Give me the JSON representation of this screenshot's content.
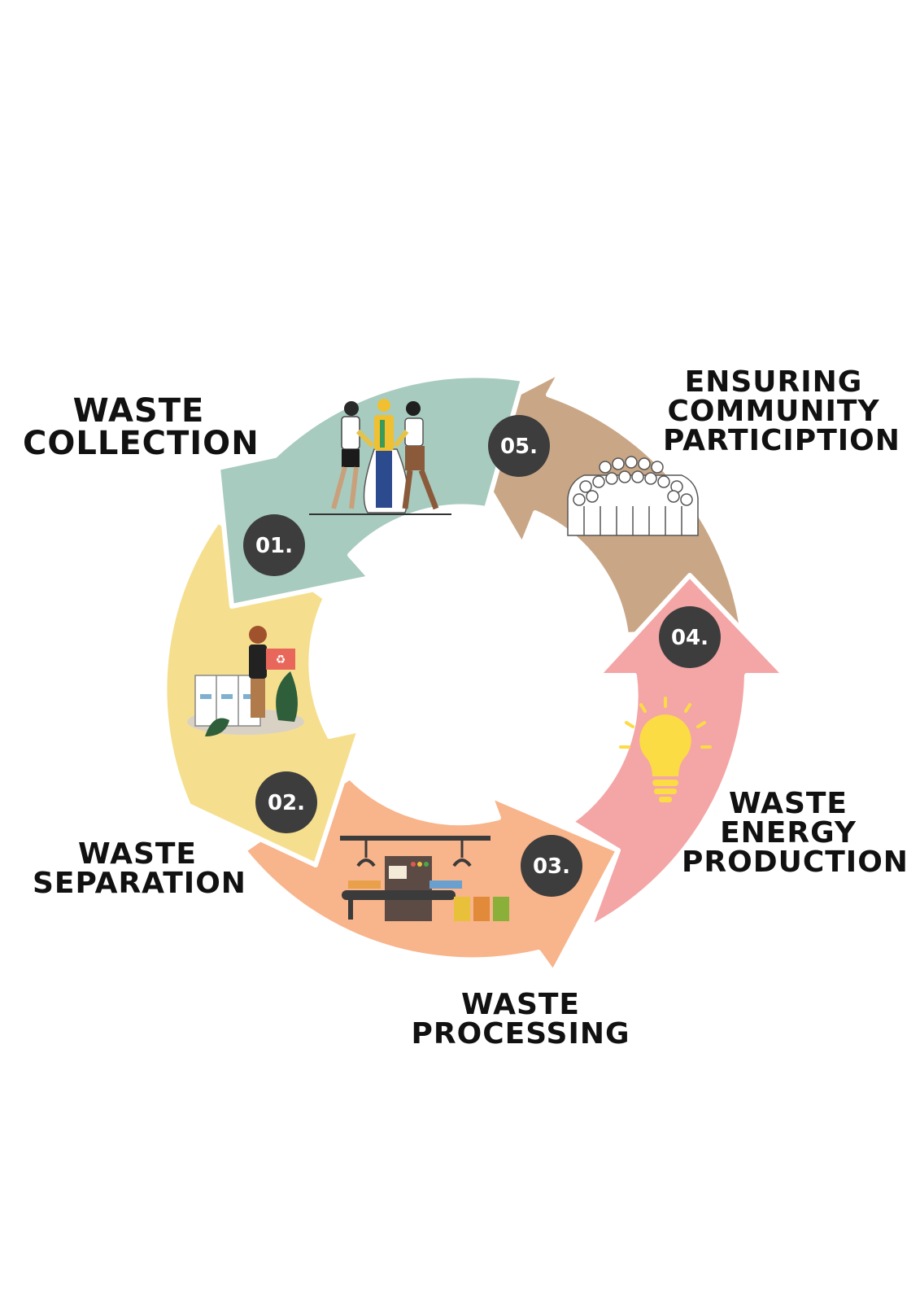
{
  "steps": [
    {
      "number": "01.",
      "title_lines": [
        "WASTE",
        "COLLECTION"
      ],
      "color": "#a8cbbf",
      "illustration": "people-collecting-trash-icon"
    },
    {
      "number": "02.",
      "title_lines": [
        "WASTE",
        "SEPARATION"
      ],
      "color": "#f5df8f",
      "illustration": "person-sorting-recycling-icon"
    },
    {
      "number": "03.",
      "title_lines": [
        "WASTE",
        "PROCESSING"
      ],
      "color": "#f8b48b",
      "illustration": "processing-machine-icon"
    },
    {
      "number": "04.",
      "title_lines": [
        "WASTE",
        "ENERGY",
        "PRODUCTION"
      ],
      "color": "#f4a5a5",
      "illustration": "light-bulb-icon"
    },
    {
      "number": "05.",
      "title_lines": [
        "ENSURING",
        "COMMUNITY",
        "PARTICIPTION"
      ],
      "color": "#c9a786",
      "illustration": "crowd-icon"
    }
  ],
  "colors": {
    "badge": "#3d3d3d",
    "badge_text": "#ffffff",
    "text": "#111111"
  }
}
